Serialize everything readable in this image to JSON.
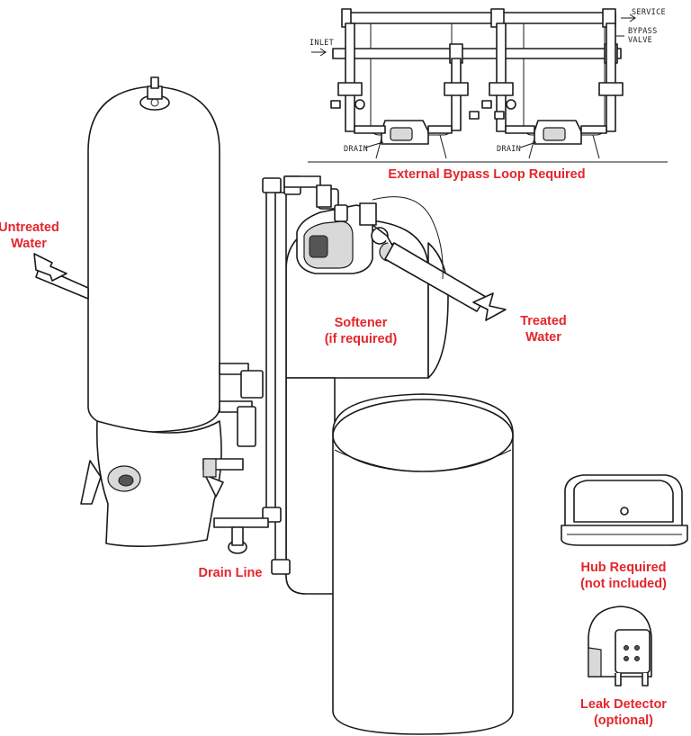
{
  "labels": {
    "untreated_line1": "Untreated",
    "untreated_line2": "Water",
    "softener_line1": "Softener",
    "softener_line2": "(if required)",
    "treated_line1": "Treated",
    "treated_line2": "Water",
    "drain_line": "Drain Line",
    "bypass": "External Bypass Loop Required",
    "hub_line1": "Hub Required",
    "hub_line2": "(not included)",
    "leak_line1": "Leak Detector",
    "leak_line2": "(optional)"
  },
  "inset_labels": {
    "service": "SERVICE",
    "bypass_valve_line1": "BYPASS",
    "bypass_valve_line2": "VALVE",
    "inlet": "INLET",
    "drain_left": "DRAIN",
    "drain_right": "DRAIN"
  },
  "colors": {
    "label": "#e3262b",
    "line": "#1a1a1a"
  }
}
